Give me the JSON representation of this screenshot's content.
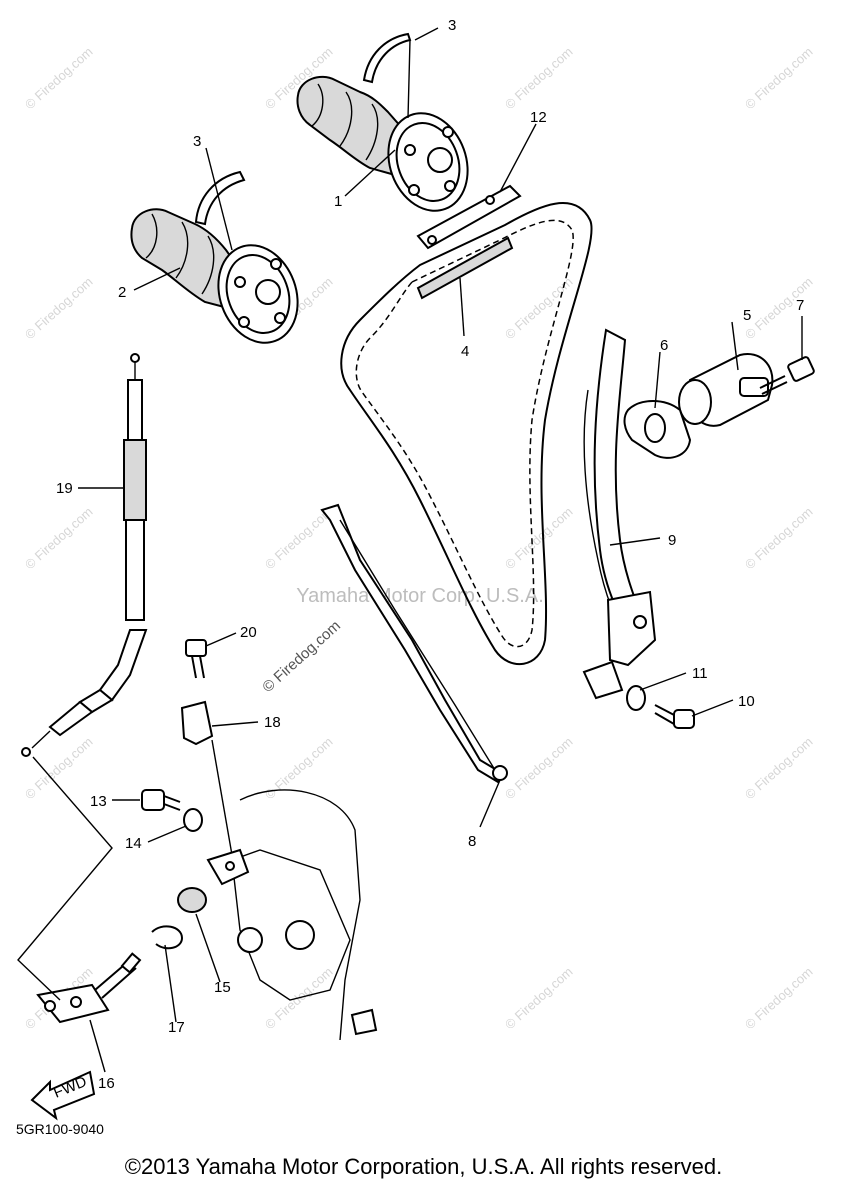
{
  "diagram": {
    "drawing_code": "5GR100-9040",
    "fwd_label": "FWD",
    "callouts": [
      "1",
      "2",
      "3",
      "3",
      "4",
      "5",
      "6",
      "7",
      "8",
      "9",
      "10",
      "11",
      "12",
      "13",
      "14",
      "15",
      "16",
      "17",
      "18",
      "19",
      "20"
    ],
    "watermark_center": "Yamaha Motor Corp. U.S.A.",
    "watermark_diagonal": "© Firedog.com",
    "watermark_tile": "© Firedog.com"
  },
  "footer": {
    "copyright": "©2013 Yamaha Motor Corporation, U.S.A. All rights reserved."
  }
}
